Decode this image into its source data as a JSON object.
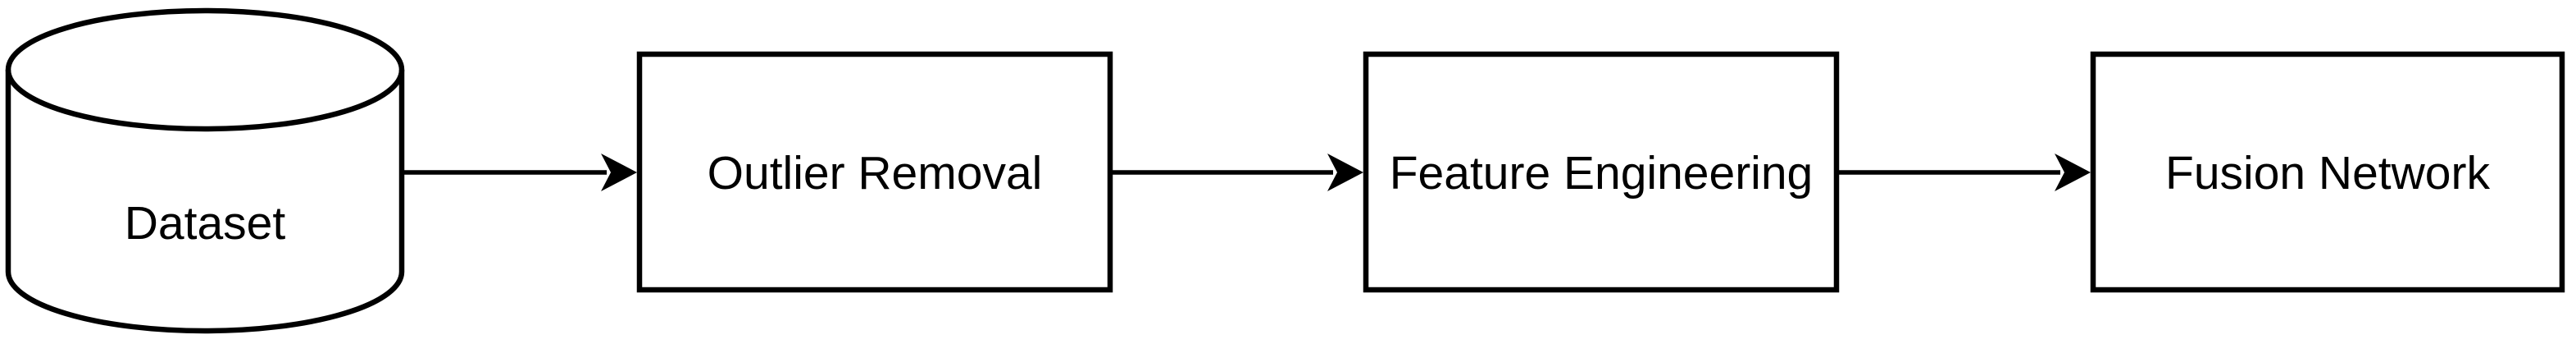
{
  "diagram": {
    "type": "flowchart",
    "direction": "left-to-right",
    "background_color": "#ffffff",
    "stroke_color": "#000000",
    "node_fill_color": "#ffffff",
    "text_color": "#000000",
    "nodes": [
      {
        "id": "dataset",
        "label": "Dataset",
        "shape": "cylinder"
      },
      {
        "id": "outlier-removal",
        "label": "Outlier Removal",
        "shape": "rectangle"
      },
      {
        "id": "feature-engineering",
        "label": "Feature Engineering",
        "shape": "rectangle"
      },
      {
        "id": "fusion-network",
        "label": "Fusion Network",
        "shape": "rectangle"
      }
    ],
    "edges": [
      {
        "from": "dataset",
        "to": "outlier-removal",
        "style": "solid-arrow"
      },
      {
        "from": "outlier-removal",
        "to": "feature-engineering",
        "style": "solid-arrow"
      },
      {
        "from": "feature-engineering",
        "to": "fusion-network",
        "style": "solid-arrow"
      }
    ]
  }
}
